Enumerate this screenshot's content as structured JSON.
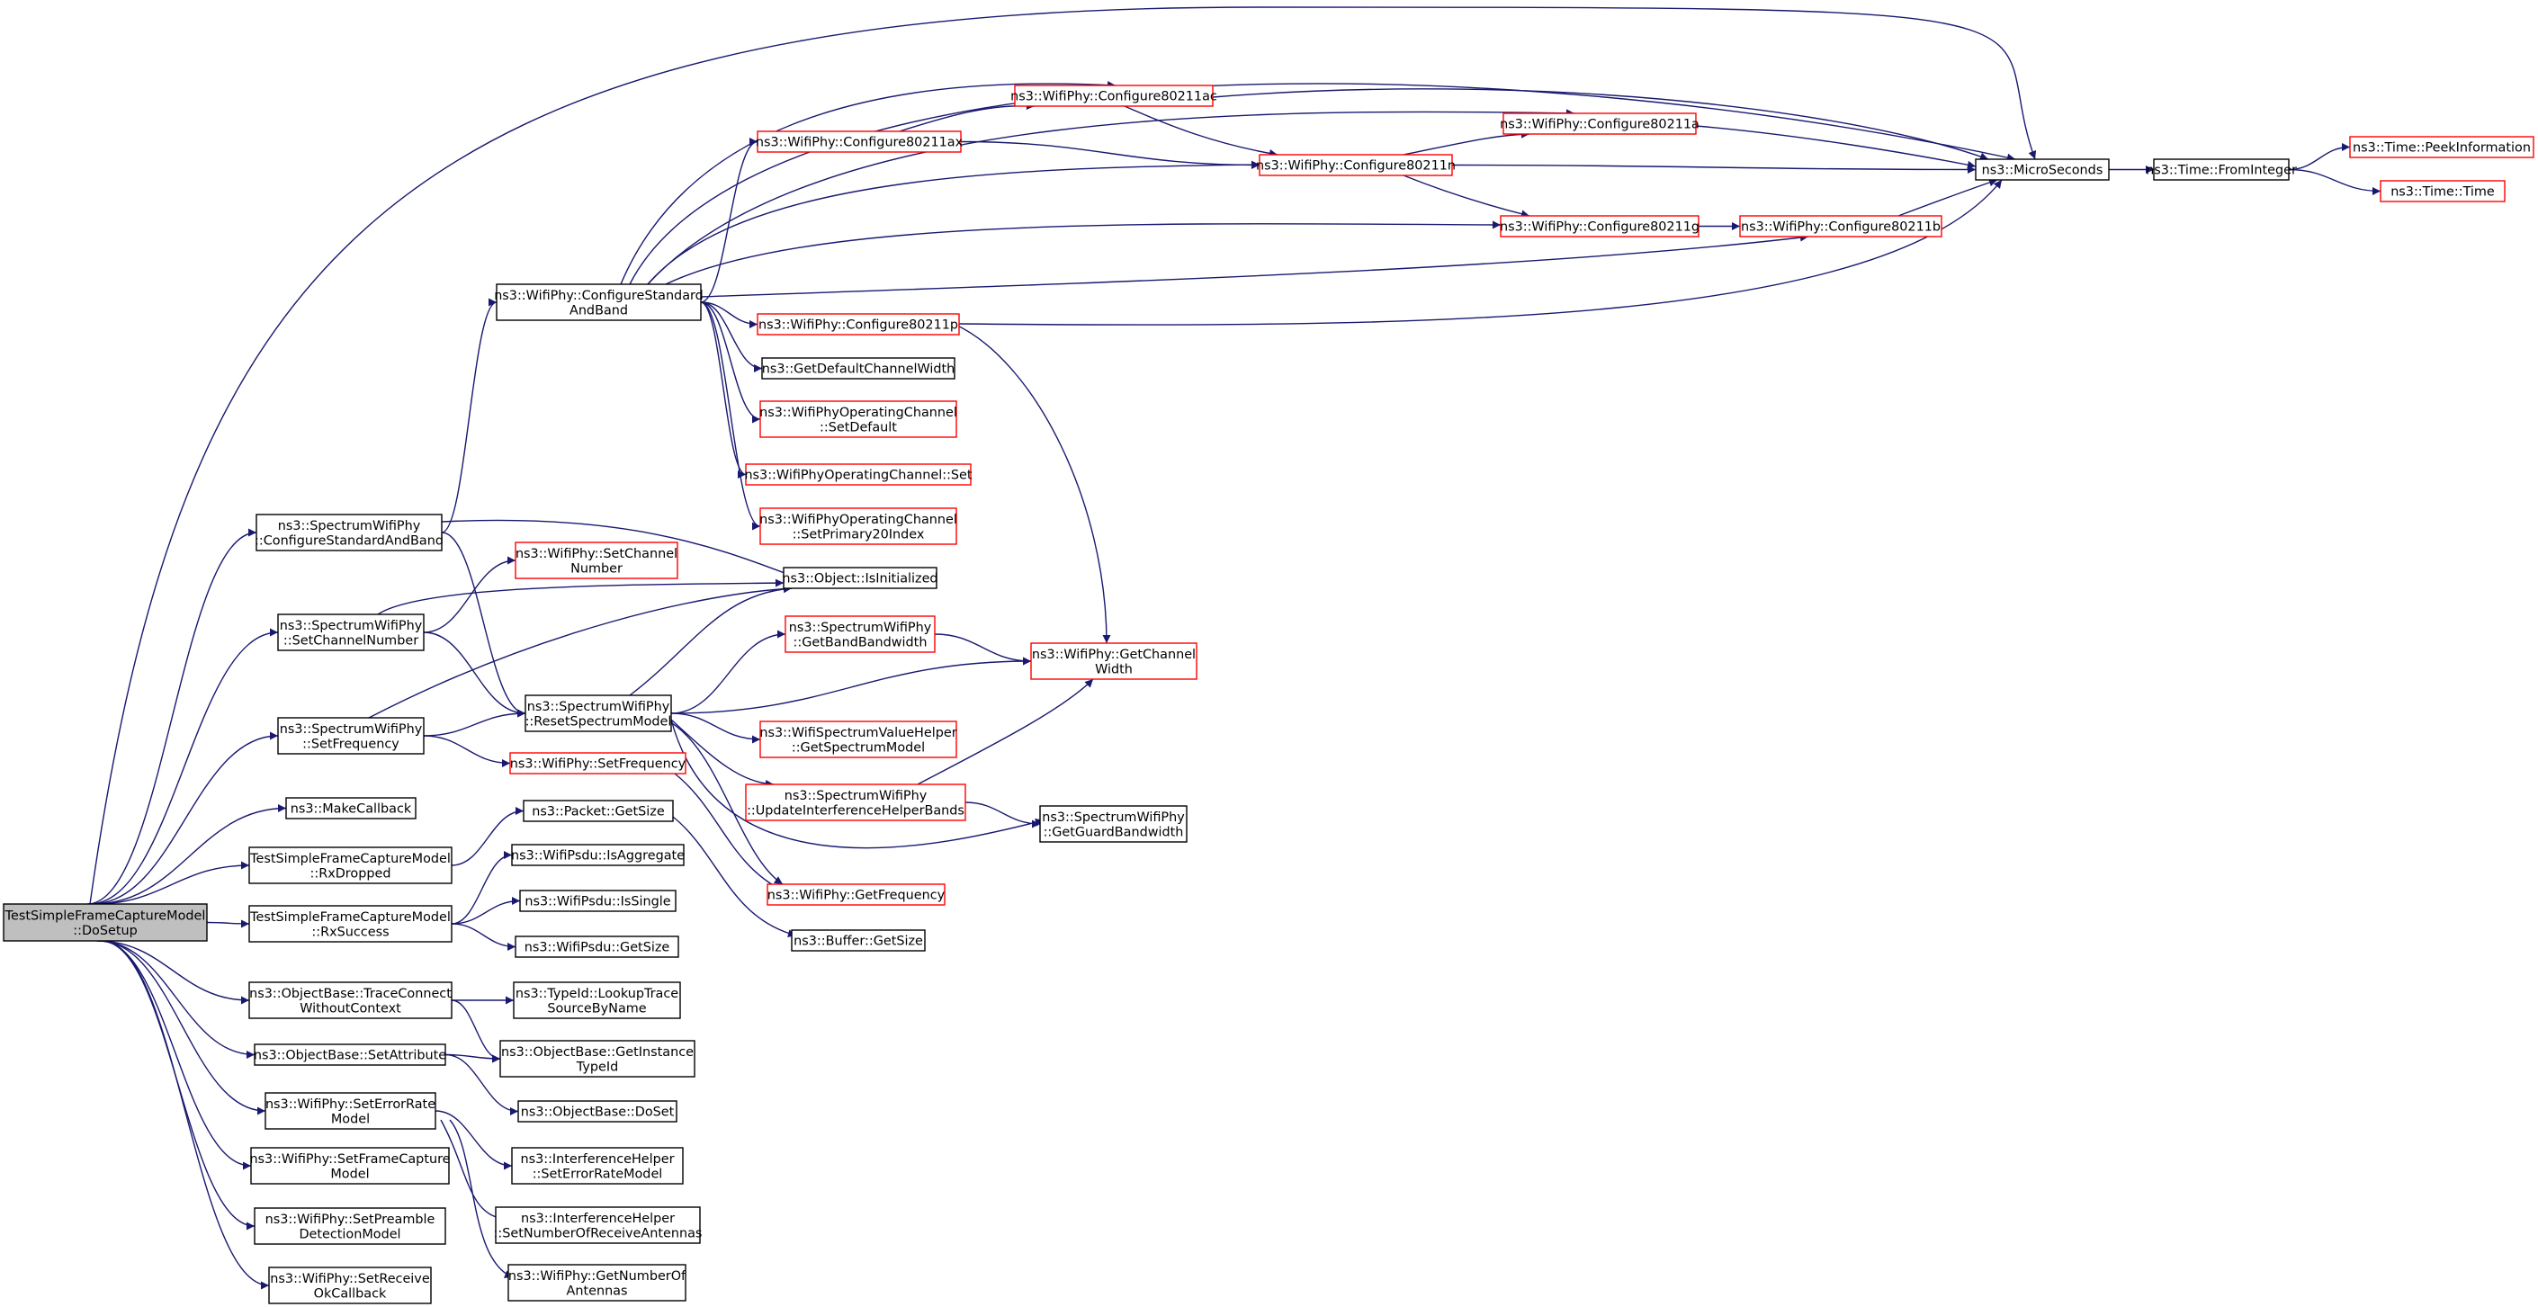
{
  "graph": {
    "colors": {
      "edge": "#191970",
      "root_fill": "#bfbfbf",
      "node_stroke": "#000000",
      "truncated_stroke": "#ff0000",
      "background": "#ffffff"
    },
    "nodes": {
      "root": {
        "lines": [
          "TestSimpleFrameCaptureModel",
          "::DoSetup"
        ],
        "kind": "root"
      },
      "configureStandardAndBand": {
        "lines": [
          "ns3::SpectrumWifiPhy",
          "::ConfigureStandardAndBand"
        ],
        "kind": "normal"
      },
      "setChannelNumber": {
        "lines": [
          "ns3::SpectrumWifiPhy",
          "::SetChannelNumber"
        ],
        "kind": "normal"
      },
      "setFrequency": {
        "lines": [
          "ns3::SpectrumWifiPhy",
          "::SetFrequency"
        ],
        "kind": "normal"
      },
      "makeCallback": {
        "lines": [
          "ns3::MakeCallback"
        ],
        "kind": "normal"
      },
      "rxDropped": {
        "lines": [
          "TestSimpleFrameCaptureModel",
          "::RxDropped"
        ],
        "kind": "normal"
      },
      "rxSuccess": {
        "lines": [
          "TestSimpleFrameCaptureModel",
          "::RxSuccess"
        ],
        "kind": "normal"
      },
      "traceConnect": {
        "lines": [
          "ns3::ObjectBase::TraceConnect",
          "WithoutContext"
        ],
        "kind": "normal"
      },
      "setAttribute": {
        "lines": [
          "ns3::ObjectBase::SetAttribute"
        ],
        "kind": "normal"
      },
      "setErrorRateModel": {
        "lines": [
          "ns3::WifiPhy::SetErrorRate",
          "Model"
        ],
        "kind": "normal"
      },
      "setFrameCaptureModel": {
        "lines": [
          "ns3::WifiPhy::SetFrameCapture",
          "Model"
        ],
        "kind": "normal"
      },
      "setPreambleDetectionModel": {
        "lines": [
          "ns3::WifiPhy::SetPreamble",
          "DetectionModel"
        ],
        "kind": "normal"
      },
      "setReceiveOkCallback": {
        "lines": [
          "ns3::WifiPhy::SetReceive",
          "OkCallback"
        ],
        "kind": "normal"
      },
      "wifiPhyConfigureStandardAndBand": {
        "lines": [
          "ns3::WifiPhy::ConfigureStandard",
          "AndBand"
        ],
        "kind": "normal"
      },
      "resetSpectrumModel": {
        "lines": [
          "ns3::SpectrumWifiPhy",
          "::ResetSpectrumModel"
        ],
        "kind": "normal"
      },
      "wifiPhySetChannelNumber": {
        "lines": [
          "ns3::WifiPhy::SetChannel",
          "Number"
        ],
        "kind": "truncated"
      },
      "isInitialized": {
        "lines": [
          "ns3::Object::IsInitialized"
        ],
        "kind": "normal"
      },
      "wifiPhySetFrequency": {
        "lines": [
          "ns3::WifiPhy::SetFrequency"
        ],
        "kind": "truncated"
      },
      "packetGetSize": {
        "lines": [
          "ns3::Packet::GetSize"
        ],
        "kind": "normal"
      },
      "psduIsAggregate": {
        "lines": [
          "ns3::WifiPsdu::IsAggregate"
        ],
        "kind": "normal"
      },
      "psduIsSingle": {
        "lines": [
          "ns3::WifiPsdu::IsSingle"
        ],
        "kind": "normal"
      },
      "psduGetSize": {
        "lines": [
          "ns3::WifiPsdu::GetSize"
        ],
        "kind": "normal"
      },
      "lookupTraceSource": {
        "lines": [
          "ns3::TypeId::LookupTrace",
          "SourceByName"
        ],
        "kind": "normal"
      },
      "getInstanceTypeId": {
        "lines": [
          "ns3::ObjectBase::GetInstance",
          "TypeId"
        ],
        "kind": "normal"
      },
      "doSet": {
        "lines": [
          "ns3::ObjectBase::DoSet"
        ],
        "kind": "normal"
      },
      "ihSetErrorRateModel": {
        "lines": [
          "ns3::InterferenceHelper",
          "::SetErrorRateModel"
        ],
        "kind": "normal"
      },
      "ihSetNumberOfReceiveAntennas": {
        "lines": [
          "ns3::InterferenceHelper",
          "::SetNumberOfReceiveAntennas"
        ],
        "kind": "normal"
      },
      "getNumberOfAntennas": {
        "lines": [
          "ns3::WifiPhy::GetNumberOf",
          "Antennas"
        ],
        "kind": "normal"
      },
      "configure80211ax": {
        "lines": [
          "ns3::WifiPhy::Configure80211ax"
        ],
        "kind": "truncated"
      },
      "configure80211ac": {
        "lines": [
          "ns3::WifiPhy::Configure80211ac"
        ],
        "kind": "truncated"
      },
      "configure80211n": {
        "lines": [
          "ns3::WifiPhy::Configure80211n"
        ],
        "kind": "truncated"
      },
      "configure80211a": {
        "lines": [
          "ns3::WifiPhy::Configure80211a"
        ],
        "kind": "truncated"
      },
      "configure80211g": {
        "lines": [
          "ns3::WifiPhy::Configure80211g"
        ],
        "kind": "truncated"
      },
      "configure80211b": {
        "lines": [
          "ns3::WifiPhy::Configure80211b"
        ],
        "kind": "truncated"
      },
      "configure80211p": {
        "lines": [
          "ns3::WifiPhy::Configure80211p"
        ],
        "kind": "truncated"
      },
      "getDefaultChannelWidth": {
        "lines": [
          "ns3::GetDefaultChannelWidth"
        ],
        "kind": "normal"
      },
      "opChannelSetDefault": {
        "lines": [
          "ns3::WifiPhyOperatingChannel",
          "::SetDefault"
        ],
        "kind": "truncated"
      },
      "opChannelSet": {
        "lines": [
          "ns3::WifiPhyOperatingChannel::Set"
        ],
        "kind": "truncated"
      },
      "opChannelSetPrimary20Index": {
        "lines": [
          "ns3::WifiPhyOperatingChannel",
          "::SetPrimary20Index"
        ],
        "kind": "truncated"
      },
      "microSeconds": {
        "lines": [
          "ns3::MicroSeconds"
        ],
        "kind": "normal"
      },
      "timeFromInteger": {
        "lines": [
          "ns3::Time::FromInteger"
        ],
        "kind": "normal"
      },
      "timePeekInformation": {
        "lines": [
          "ns3::Time::PeekInformation"
        ],
        "kind": "truncated"
      },
      "timeTime": {
        "lines": [
          "ns3::Time::Time"
        ],
        "kind": "truncated"
      },
      "getBandBandwidth": {
        "lines": [
          "ns3::SpectrumWifiPhy",
          "::GetBandBandwidth"
        ],
        "kind": "truncated"
      },
      "getChannelWidth": {
        "lines": [
          "ns3::WifiPhy::GetChannel",
          "Width"
        ],
        "kind": "truncated"
      },
      "getSpectrumModel": {
        "lines": [
          "ns3::WifiSpectrumValueHelper",
          "::GetSpectrumModel"
        ],
        "kind": "truncated"
      },
      "updateInterferenceHelperBands": {
        "lines": [
          "ns3::SpectrumWifiPhy",
          "::UpdateInterferenceHelperBands"
        ],
        "kind": "truncated"
      },
      "getGuardBandwidth": {
        "lines": [
          "ns3::SpectrumWifiPhy",
          "::GetGuardBandwidth"
        ],
        "kind": "normal"
      },
      "wifiPhyGetFrequency": {
        "lines": [
          "ns3::WifiPhy::GetFrequency"
        ],
        "kind": "truncated"
      },
      "bufferGetSize": {
        "lines": [
          "ns3::Buffer::GetSize"
        ],
        "kind": "normal"
      }
    },
    "edges": [
      [
        "root",
        "configureStandardAndBand"
      ],
      [
        "root",
        "setChannelNumber"
      ],
      [
        "root",
        "setFrequency"
      ],
      [
        "root",
        "makeCallback"
      ],
      [
        "root",
        "rxDropped"
      ],
      [
        "root",
        "rxSuccess"
      ],
      [
        "root",
        "traceConnect"
      ],
      [
        "root",
        "setAttribute"
      ],
      [
        "root",
        "setErrorRateModel"
      ],
      [
        "root",
        "setFrameCaptureModel"
      ],
      [
        "root",
        "setPreambleDetectionModel"
      ],
      [
        "root",
        "setReceiveOkCallback"
      ],
      [
        "root",
        "microSeconds"
      ],
      [
        "configureStandardAndBand",
        "wifiPhyConfigureStandardAndBand"
      ],
      [
        "configureStandardAndBand",
        "isInitialized"
      ],
      [
        "configureStandardAndBand",
        "resetSpectrumModel"
      ],
      [
        "setChannelNumber",
        "wifiPhySetChannelNumber"
      ],
      [
        "setChannelNumber",
        "isInitialized"
      ],
      [
        "setChannelNumber",
        "resetSpectrumModel"
      ],
      [
        "setFrequency",
        "isInitialized"
      ],
      [
        "setFrequency",
        "resetSpectrumModel"
      ],
      [
        "setFrequency",
        "wifiPhySetFrequency"
      ],
      [
        "rxDropped",
        "packetGetSize"
      ],
      [
        "rxSuccess",
        "psduIsAggregate"
      ],
      [
        "rxSuccess",
        "psduIsSingle"
      ],
      [
        "rxSuccess",
        "psduGetSize"
      ],
      [
        "traceConnect",
        "lookupTraceSource"
      ],
      [
        "traceConnect",
        "getInstanceTypeId"
      ],
      [
        "setAttribute",
        "getInstanceTypeId"
      ],
      [
        "setAttribute",
        "doSet"
      ],
      [
        "setErrorRateModel",
        "ihSetErrorRateModel"
      ],
      [
        "setErrorRateModel",
        "ihSetNumberOfReceiveAntennas"
      ],
      [
        "setErrorRateModel",
        "getNumberOfAntennas"
      ],
      [
        "wifiPhyConfigureStandardAndBand",
        "configure80211ax"
      ],
      [
        "wifiPhyConfigureStandardAndBand",
        "configure80211ac"
      ],
      [
        "wifiPhyConfigureStandardAndBand",
        "configure80211n"
      ],
      [
        "wifiPhyConfigureStandardAndBand",
        "configure80211a"
      ],
      [
        "wifiPhyConfigureStandardAndBand",
        "configure80211g"
      ],
      [
        "wifiPhyConfigureStandardAndBand",
        "configure80211b"
      ],
      [
        "wifiPhyConfigureStandardAndBand",
        "configure80211p"
      ],
      [
        "wifiPhyConfigureStandardAndBand",
        "getDefaultChannelWidth"
      ],
      [
        "wifiPhyConfigureStandardAndBand",
        "opChannelSetDefault"
      ],
      [
        "wifiPhyConfigureStandardAndBand",
        "opChannelSet"
      ],
      [
        "wifiPhyConfigureStandardAndBand",
        "opChannelSetPrimary20Index"
      ],
      [
        "wifiPhyConfigureStandardAndBand",
        "microSeconds"
      ],
      [
        "configure80211ax",
        "configure80211ac"
      ],
      [
        "configure80211ax",
        "configure80211n"
      ],
      [
        "configure80211ac",
        "configure80211n"
      ],
      [
        "configure80211ac",
        "microSeconds"
      ],
      [
        "configure80211n",
        "configure80211a"
      ],
      [
        "configure80211n",
        "configure80211g"
      ],
      [
        "configure80211n",
        "microSeconds"
      ],
      [
        "configure80211a",
        "microSeconds"
      ],
      [
        "configure80211g",
        "configure80211b"
      ],
      [
        "configure80211b",
        "microSeconds"
      ],
      [
        "configure80211p",
        "microSeconds"
      ],
      [
        "configure80211p",
        "getChannelWidth"
      ],
      [
        "microSeconds",
        "timeFromInteger"
      ],
      [
        "timeFromInteger",
        "timePeekInformation"
      ],
      [
        "timeFromInteger",
        "timeTime"
      ],
      [
        "resetSpectrumModel",
        "isInitialized"
      ],
      [
        "resetSpectrumModel",
        "getBandBandwidth"
      ],
      [
        "resetSpectrumModel",
        "getChannelWidth"
      ],
      [
        "resetSpectrumModel",
        "getSpectrumModel"
      ],
      [
        "resetSpectrumModel",
        "updateInterferenceHelperBands"
      ],
      [
        "resetSpectrumModel",
        "getGuardBandwidth"
      ],
      [
        "resetSpectrumModel",
        "wifiPhyGetFrequency"
      ],
      [
        "getBandBandwidth",
        "getChannelWidth"
      ],
      [
        "updateInterferenceHelperBands",
        "getChannelWidth"
      ],
      [
        "updateInterferenceHelperBands",
        "getGuardBandwidth"
      ],
      [
        "wifiPhySetFrequency",
        "wifiPhyGetFrequency"
      ],
      [
        "packetGetSize",
        "bufferGetSize"
      ]
    ]
  }
}
